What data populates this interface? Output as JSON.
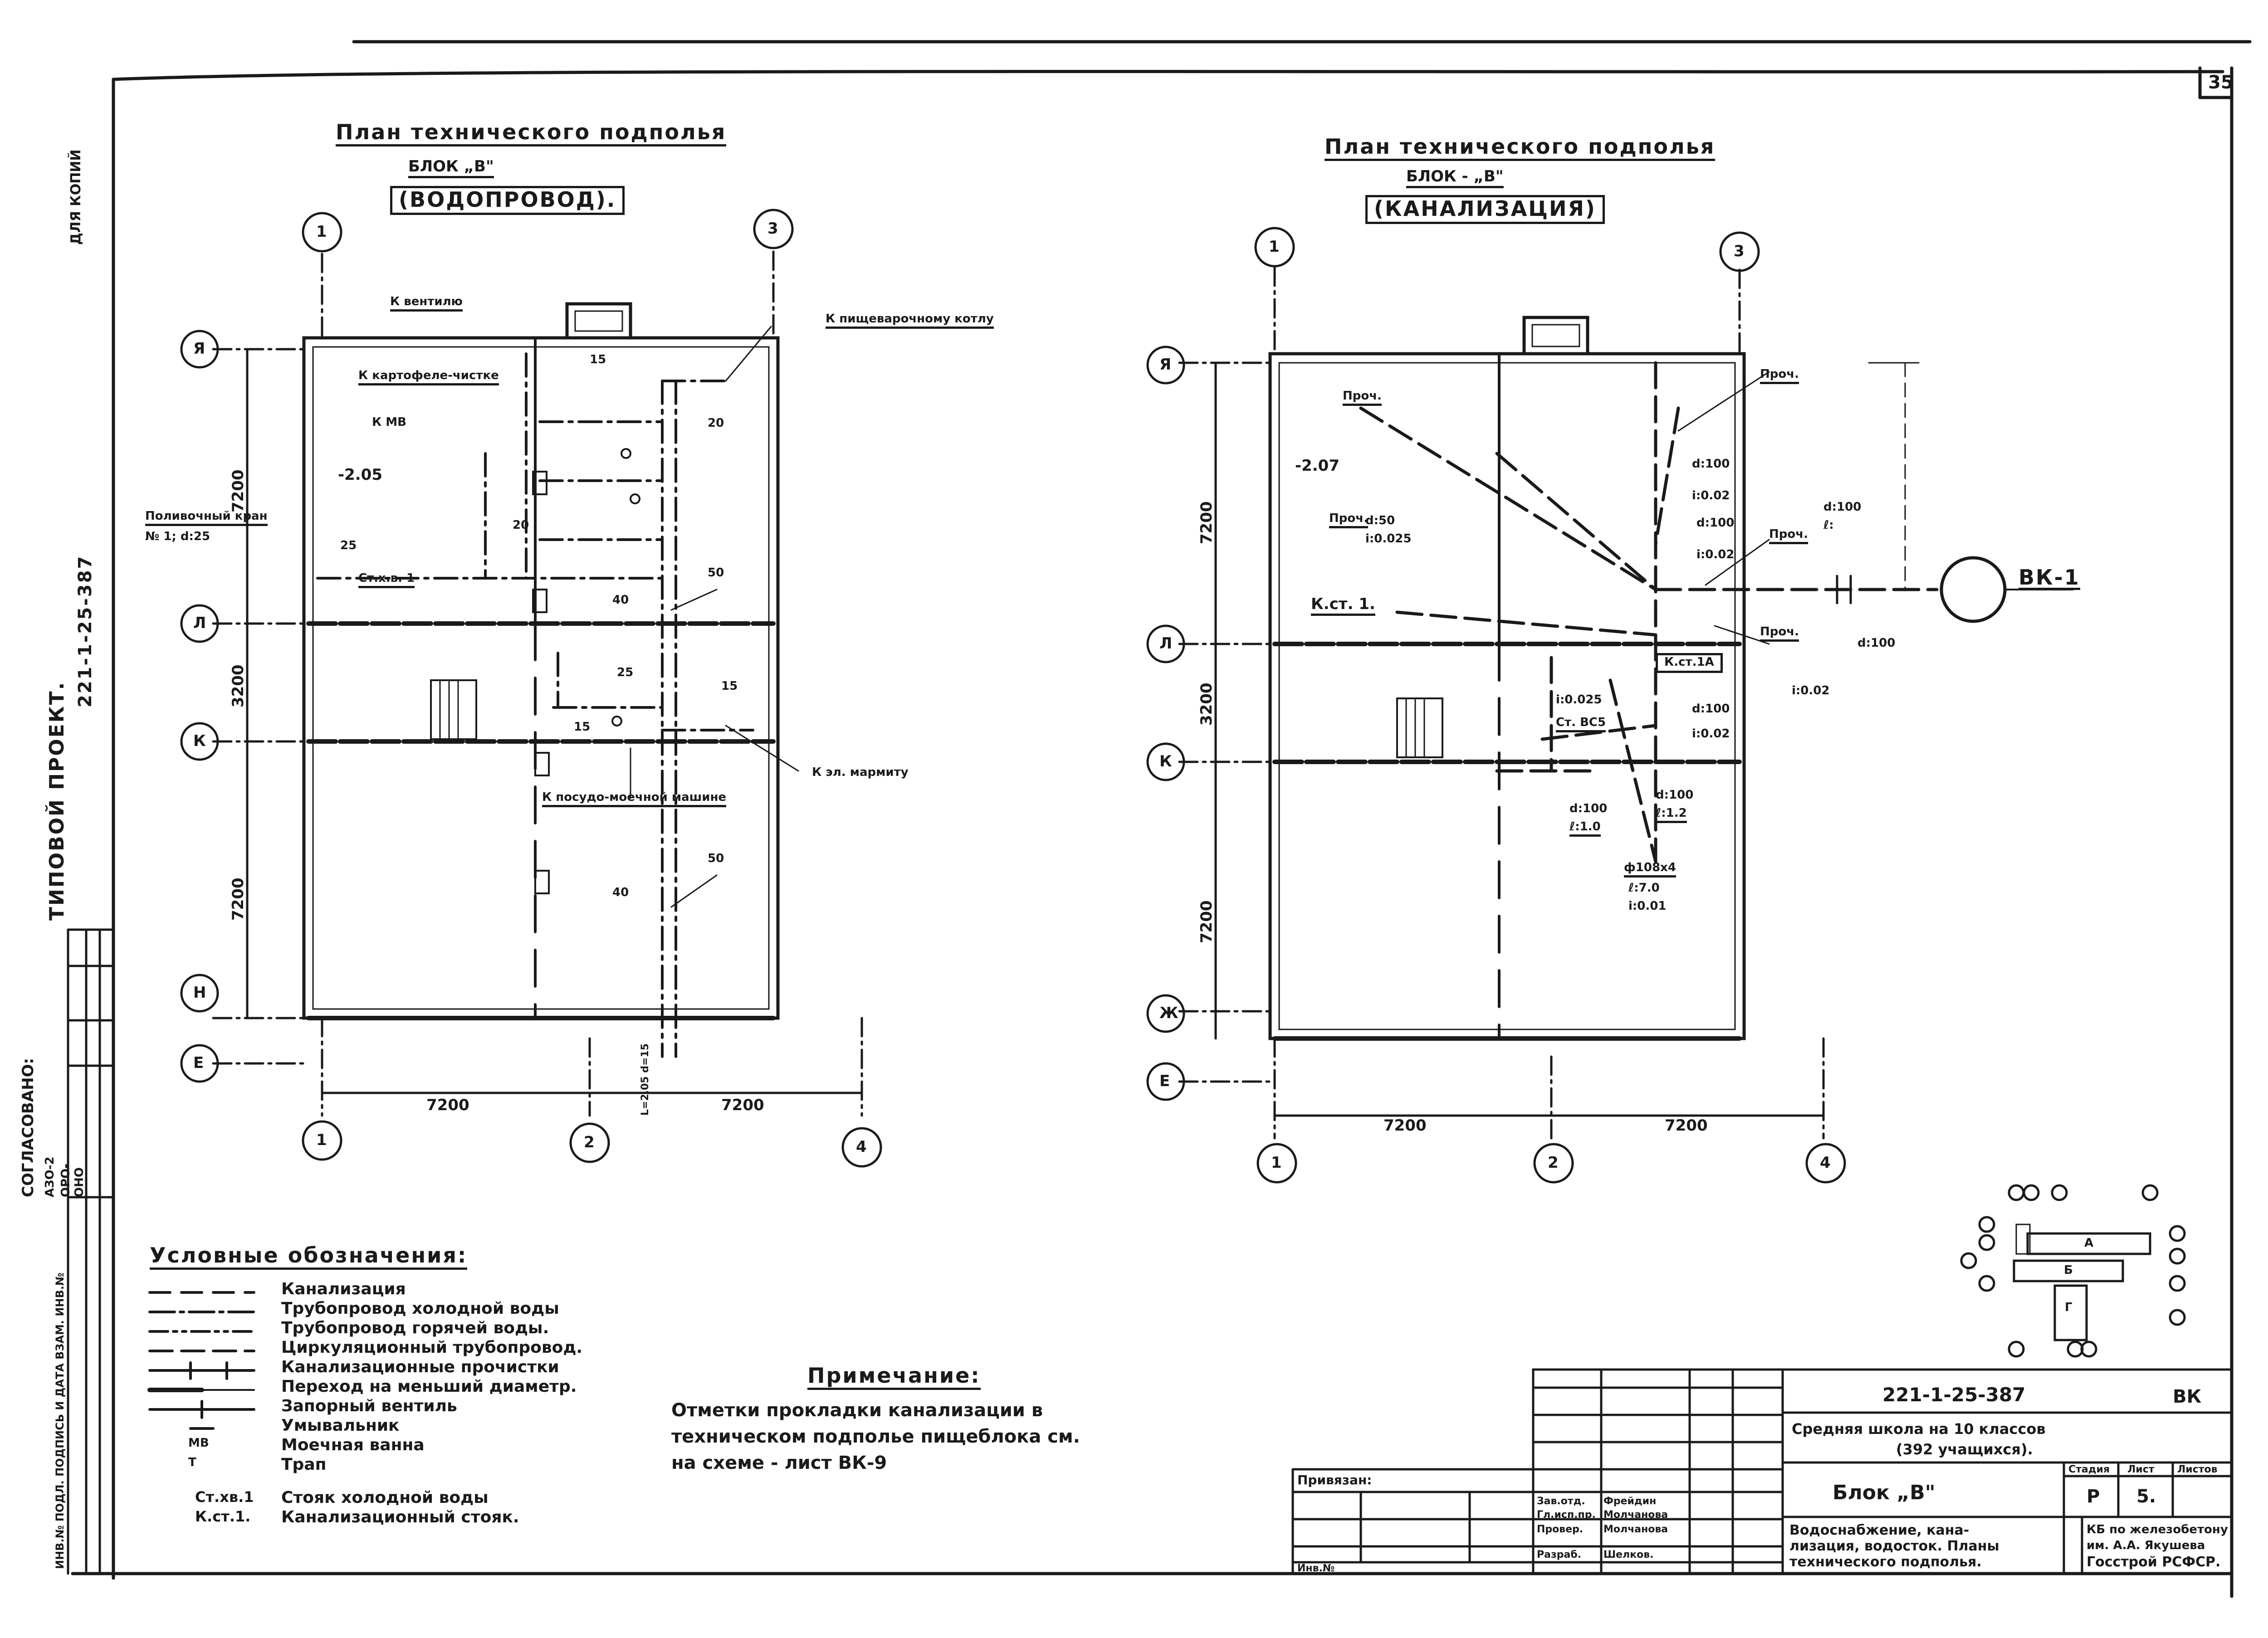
{
  "sheet": {
    "number": "35"
  },
  "side": {
    "stamp_top": "ДЛЯ КОПИЙ",
    "project_label": "ТИПОВОЙ ПРОЕКТ.",
    "project_code": "221-1-25-387",
    "agreed": "СОГЛАСОВАНО:",
    "agreed_rows": [
      "АЗО-2",
      "ОРО-",
      "ОНО"
    ],
    "inv_row": "ИНВ.№ ПОДЛ. ПОДПИСЬ И ДАТА ВЗАМ. ИНВ.№"
  },
  "plan_left": {
    "title1": "План технического подполья",
    "title2": "БЛОК „В\"",
    "title3": "(ВОДОПРОВОД).",
    "axes_top": [
      "1",
      "3"
    ],
    "axes_bottom": [
      "1",
      "2",
      "4"
    ],
    "axes_side": [
      "Я",
      "Л",
      "К",
      "Н",
      "Е"
    ],
    "dims_vertical": [
      "7200",
      "3200",
      "7200"
    ],
    "dims_horizontal": [
      "7200",
      "7200"
    ],
    "labels": {
      "to_vent": "К вентилю",
      "to_cook": "К пищеварочному котлу",
      "to_potato": "К картофеле-чистке",
      "to_mv": "К МВ",
      "mark": "-2.05",
      "watering": "Поливочный кран",
      "watering_no": "№ 1; d:25",
      "riser": "Ст.х.в. 1",
      "to_dish": "К посудо-моечной машине",
      "to_marmit": "К эл. мармиту",
      "d15": "15",
      "d20": "20",
      "d25": "25",
      "d40": "40",
      "d50": "50",
      "vertical_side": "L=2.05 d=15"
    }
  },
  "plan_right": {
    "title1": "План технического подполья",
    "title2": "БЛОК - „В\"",
    "title3": "(КАНАЛИЗАЦИЯ)",
    "axes_top": [
      "1",
      "3"
    ],
    "axes_bottom": [
      "1",
      "2",
      "4"
    ],
    "axes_side": [
      "Я",
      "Л",
      "К",
      "Ж",
      "Е"
    ],
    "dims_vertical": [
      "7200",
      "3200",
      "7200"
    ],
    "dims_horizontal": [
      "7200",
      "7200"
    ],
    "labels": {
      "mark": "-2.07",
      "well": "ВК-1",
      "kst1": "К.ст. 1.",
      "kst1a": "К.ст.1А",
      "stbc5": "Ст. ВС5",
      "prochistka1": "Проч.",
      "d100": "d:100",
      "d50": "d:50",
      "l": "ℓ:",
      "i002": "i:0.02",
      "i0025": "i:0.025",
      "i001": "i:0.01",
      "ft": "ф108х4",
      "l270": "ℓ:7.0",
      "l10": "ℓ:1.0",
      "l12": "ℓ:1.2"
    }
  },
  "legend": {
    "title": "Условные обозначения:",
    "items": [
      "Канализация",
      "Трубопровод холодной воды",
      "Трубопровод горячей воды.",
      "Циркуляционный трубопровод.",
      "Канализационные прочистки",
      "Переход на меньший диаметр.",
      "Запорный вентиль",
      "Умывальник",
      "Моечная ванна",
      "Трап",
      "Стояк холодной воды",
      "Канализационный стояк."
    ],
    "symbols": [
      "",
      "",
      "",
      "",
      "",
      "",
      "",
      "",
      "МВ",
      "Т",
      "Ст.хв.1",
      "К.ст.1."
    ]
  },
  "note": {
    "title": "Примечание:",
    "lines": [
      "Отметки прокладки канализации в",
      "техническом подполье пищеблока см.",
      "на схеме - лист ВК-9"
    ]
  },
  "key_plan": {
    "blocks": [
      "А",
      "Б",
      "Г"
    ]
  },
  "title_block": {
    "code": "221-1-25-387",
    "mark": "ВК",
    "project_name": "Средняя школа на 10 классов",
    "project_name2": "(392 учащихся).",
    "sheet_name": "Блок „В\"",
    "stage_h": "Стадия",
    "sheet_h": "Лист",
    "sheets_h": "Листов",
    "stage": "Р",
    "sheet": "5.",
    "description1": "Водоснабжение, кана-",
    "description2": "лизация, водосток. Планы",
    "description3": "технического подполья.",
    "org1": "КБ по железобетону",
    "org2": "им. А.А. Якушева",
    "org3": "Госстрой РСФСР.",
    "privyazan": "Привязан:",
    "inv": "Инв.№",
    "roles": [
      "Зав.отд.",
      "Гл.исп.пр.",
      "Провер.",
      "Разраб."
    ],
    "names": [
      "Фрейдин",
      "Молчанова",
      "Молчанова",
      "Шелков."
    ]
  }
}
